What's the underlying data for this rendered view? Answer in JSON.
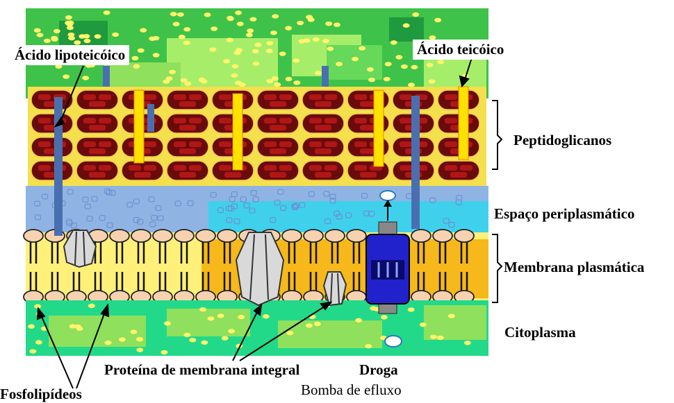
{
  "labels": {
    "lipoteichoic_acid": "Ácido lipoteicóico",
    "teichoic_acid": "Ácido teicóico",
    "peptidoglycans": "Peptidoglicanos",
    "periplasmic_space": "Espaço periplasmático",
    "plasma_membrane": "Membrana plasmática",
    "cytoplasm": "Citoplasma",
    "integral_protein": "Proteína de membrana integral",
    "drug": "Droga",
    "efflux_pump": "Bomba de efluxo",
    "phospholipids": "Fosfolipídeos"
  },
  "colors": {
    "outer_green": "#3fc24a",
    "light_green": "#a6ee6a",
    "dark_green": "#1f9a3e",
    "peptidoglycan_tile": "#6a0b0b",
    "peptidoglycan_rim": "#f2c94c",
    "peptidoglycan_bg": "#f4e04d",
    "periplasm_blue": "#8fb4e3",
    "periplasm_cyan": "#3fd1ec",
    "membrane_yellow": "#fff07a",
    "membrane_orange": "#f6b81a",
    "phospholipid_head": "#f6d2b0",
    "cytoplasm_green": "#22d98a",
    "pump_blue": "#2222cc",
    "teichoic_yellow": "#ffe100",
    "lipoteichoic_blue": "#4a6fb0"
  }
}
